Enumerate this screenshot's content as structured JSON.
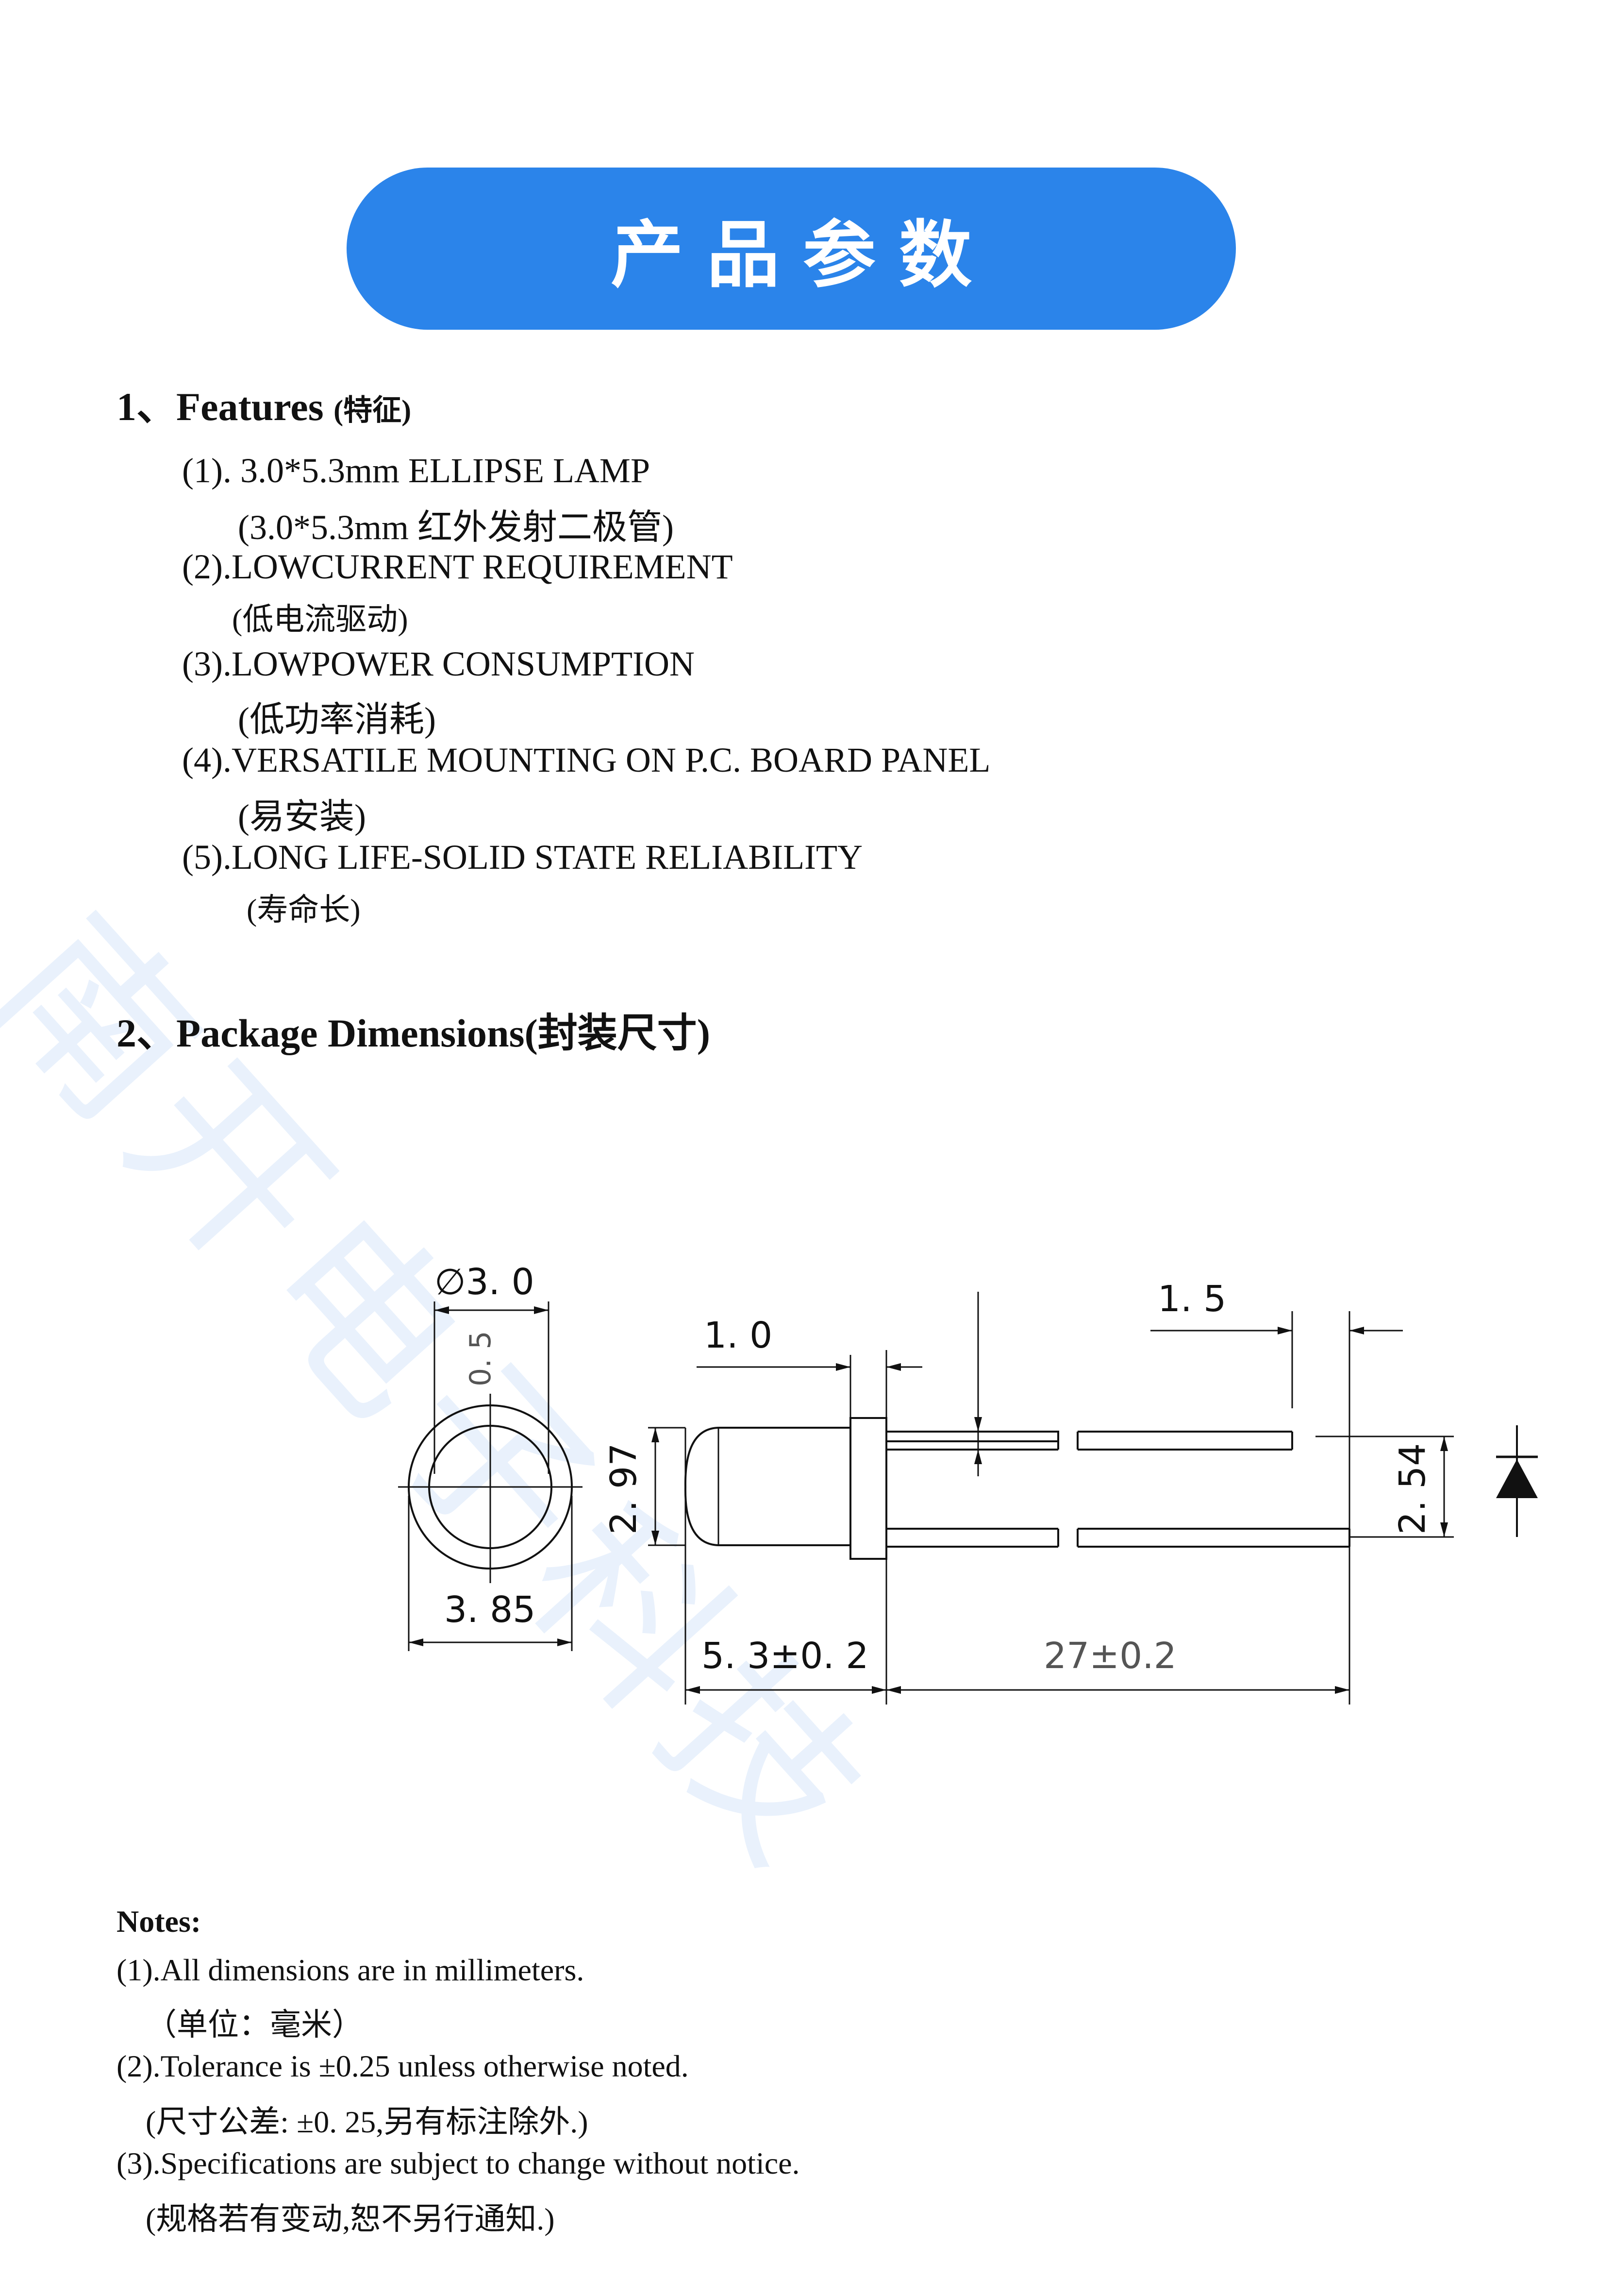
{
  "banner": {
    "title": "产品参数",
    "color": "#2b84ea"
  },
  "watermark": "南开电子科技",
  "features": {
    "heading": "1、Features",
    "heading_cn": "(特征)",
    "items": [
      {
        "en": "(1). 3.0*5.3mm ELLIPSE LAMP",
        "cn": "(3.0*5.3mm  红外发射二极管)"
      },
      {
        "en": "(2).LOWCURRENT REQUIREMENT",
        "cn": "(低电流驱动)"
      },
      {
        "en": "(3).LOWPOWER CONSUMPTION",
        "cn": "(低功率消耗)"
      },
      {
        "en": "(4).VERSATILE MOUNTING ON P.C. BOARD PANEL",
        "cn": "(易安装)"
      },
      {
        "en": "(5).LONG LIFE-SOLID STATE RELIABILITY",
        "cn": "(寿命长)"
      }
    ]
  },
  "package": {
    "heading": "2、Package Dimensions(封装尺寸)",
    "dims": {
      "diameter": "∅3. 0",
      "flange_dia": "3. 85",
      "lead_width": "0. 5",
      "flange_thickness": "1. 0",
      "body_width": "2. 97",
      "body_length": "5. 3±0. 2",
      "lead_length": "27±0.2",
      "lead_end": "1. 5",
      "lead_pitch": "2. 54"
    }
  },
  "notes": {
    "title": "Notes:",
    "items": [
      {
        "en": "(1).All dimensions are in millimeters.",
        "cn": "（单位：毫米）"
      },
      {
        "en": "(2).Tolerance is  ±0.25 unless otherwise noted.",
        "cn": "(尺寸公差:  ±0. 25,另有标注除外.)"
      },
      {
        "en": "(3).Specifications are subject to change without notice.",
        "cn": "(规格若有变动,恕不另行通知.)"
      }
    ]
  }
}
